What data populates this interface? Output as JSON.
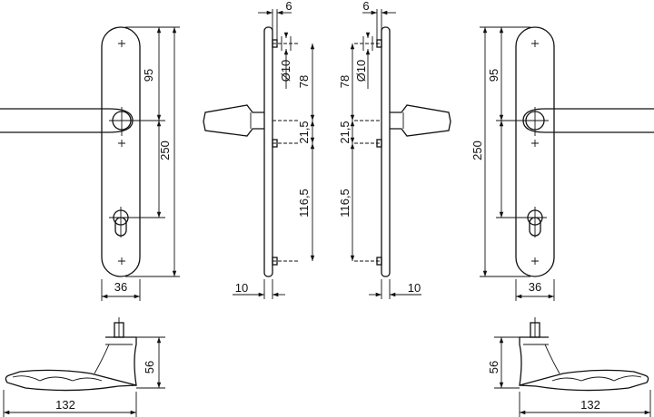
{
  "dimensions": {
    "plate_height": "250",
    "spindle_to_top": "95",
    "plate_width": "36",
    "screw_offset_top": "6",
    "screw_hole_diameter": "Ø10",
    "top_screw_to_spindle": "78",
    "spindle_to_mid_screw": "21,5",
    "mid_screw_to_bottom_screw": "116,5",
    "plate_thickness_offset": "10",
    "handle_projection": "56",
    "handle_length": "132"
  }
}
